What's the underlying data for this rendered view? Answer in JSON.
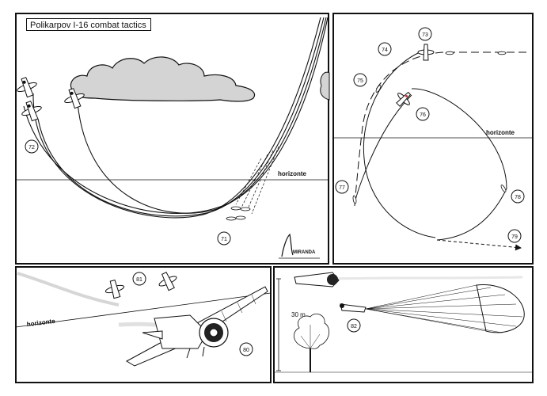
{
  "title": "Polikarpov I-16 combat tactics",
  "signature": "MIRANDA",
  "panels": {
    "p1": {
      "horizon_label": "horizonte",
      "labels": [
        "72",
        "71"
      ]
    },
    "p2": {
      "horizon_label": "horizonte",
      "labels": [
        "73",
        "74",
        "75",
        "76",
        "77",
        "78",
        "79"
      ]
    },
    "p3": {
      "horizon_label": "horizonte",
      "labels": [
        "81",
        "80"
      ]
    },
    "p4": {
      "height_label": "30 m",
      "labels": [
        "82"
      ]
    }
  },
  "colors": {
    "ink": "#111111",
    "cloud": "#d4d4d4",
    "paper": "#ffffff"
  }
}
